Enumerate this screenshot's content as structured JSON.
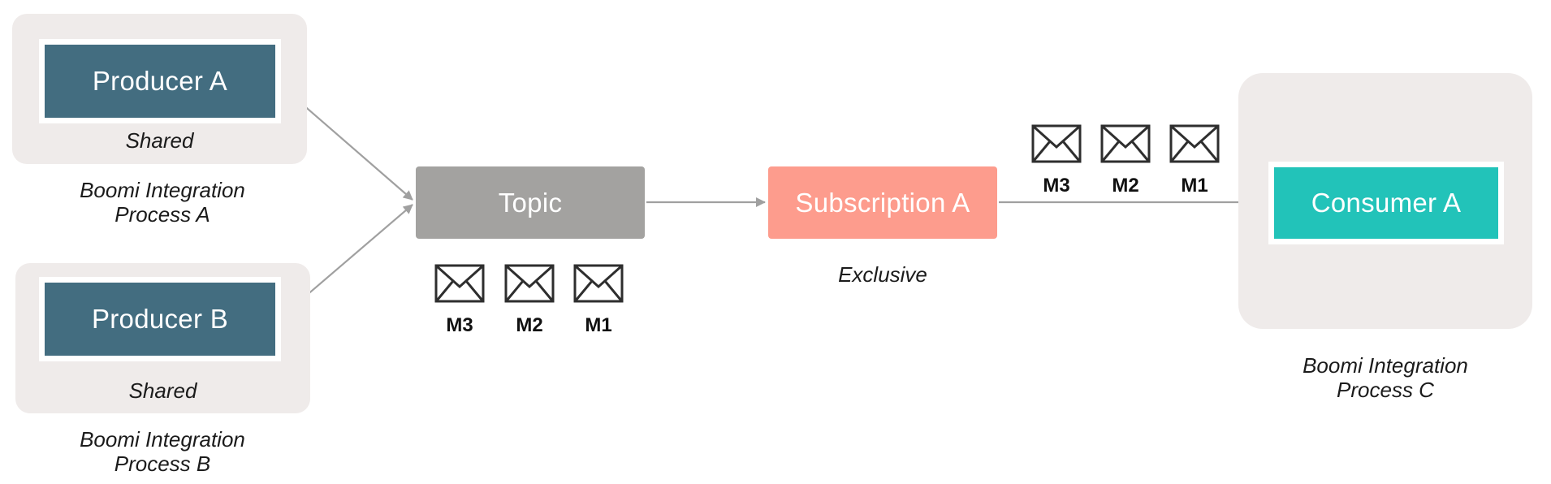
{
  "colors": {
    "producer": "#436d80",
    "topic": "#a3a2a0",
    "subscription": "#fd9c8d",
    "consumer": "#22c3b9",
    "panel": "#efebea",
    "arrow": "#a0a0a0"
  },
  "producer_a": {
    "label": "Producer A",
    "mode": "Shared",
    "process_line1": "Boomi Integration",
    "process_line2": "Process A"
  },
  "producer_b": {
    "label": "Producer B",
    "mode": "Shared",
    "process_line1": "Boomi Integration",
    "process_line2": "Process B"
  },
  "topic": {
    "label": "Topic",
    "messages": [
      "M3",
      "M2",
      "M1"
    ]
  },
  "subscription": {
    "label": "Subscription A",
    "mode": "Exclusive",
    "messages": [
      "M3",
      "M2",
      "M1"
    ]
  },
  "consumer": {
    "label": "Consumer A",
    "process_line1": "Boomi Integration",
    "process_line2": "Process C"
  },
  "icons": {
    "message": "envelope-icon"
  }
}
